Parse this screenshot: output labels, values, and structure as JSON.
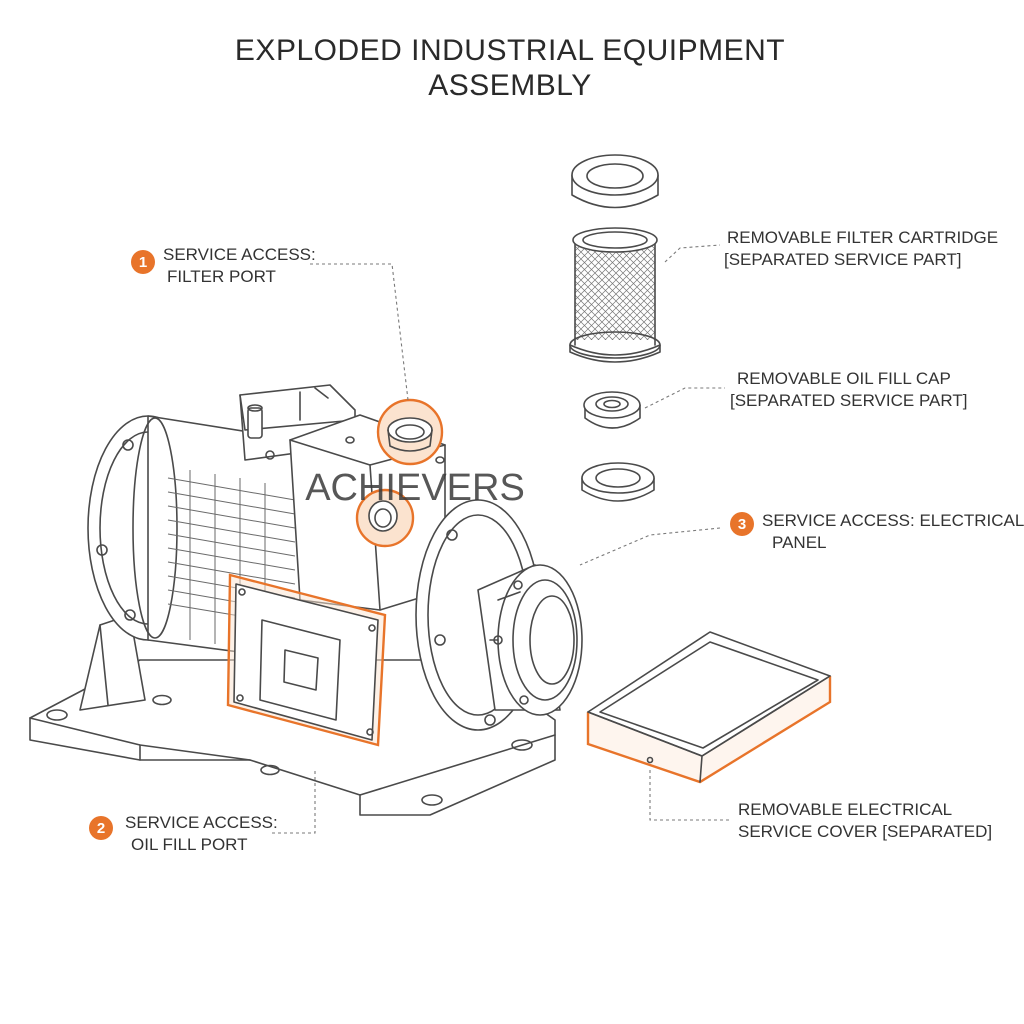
{
  "title": {
    "line1": "EXPLODED INDUSTRIAL EQUIPMENT",
    "line2": "ASSEMBLY"
  },
  "watermark": "ACHIEVERS",
  "colors": {
    "accent": "#e8742a",
    "ink": "#4a4a4a",
    "text": "#333333",
    "highlight_fill": "#fbe3cf"
  },
  "callouts": {
    "filter_port": {
      "number": "1",
      "line1": "SERVICE ACCESS:",
      "line2": "FILTER PORT"
    },
    "oil_fill_port": {
      "number": "2",
      "line1": "SERVICE ACCESS:",
      "line2": "OIL FILL PORT"
    },
    "electrical_panel": {
      "number": "3",
      "line1": "SERVICE ACCESS: ELECTRICAL",
      "line2": "PANEL"
    }
  },
  "parts": {
    "filter_cartridge": {
      "line1": "REMOVABLE FILTER CARTRIDGE",
      "line2": "[SEPARATED SERVICE PART]"
    },
    "oil_fill_cap": {
      "line1": "REMOVABLE OIL FILL CAP",
      "line2": "[SEPARATED SERVICE PART]"
    },
    "electrical_cover": {
      "line1": "REMOVABLE ELECTRICAL",
      "line2": "SERVICE COVER [SEPARATED]"
    }
  }
}
